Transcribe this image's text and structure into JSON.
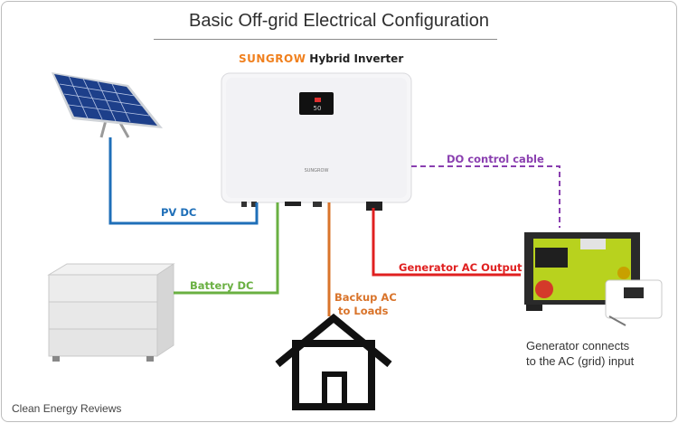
{
  "title": "Basic Off-grid Electrical Configuration",
  "inverter": {
    "brand": "SUNGROW",
    "model": "Hybrid Inverter",
    "display_text": "50",
    "front_logo": "SUNGROW"
  },
  "connections": {
    "pv": {
      "label": "PV DC",
      "color": "#1f6fb8"
    },
    "battery": {
      "label": "Battery DC",
      "color": "#6ab042"
    },
    "backup": {
      "label_line1": "Backup AC",
      "label_line2": "to Loads",
      "color": "#d9742b"
    },
    "generator": {
      "label": "Generator AC Output",
      "color": "#e02020"
    },
    "do_cable": {
      "label": "DO control cable",
      "color": "#8a3fb0"
    }
  },
  "generator_caption": {
    "line1": "Generator connects",
    "line2": "to the AC (grid) input"
  },
  "credit": "Clean Energy Reviews",
  "icons": [
    "solar-panel-icon",
    "battery-stack-icon",
    "inverter-icon",
    "house-icon",
    "generator-icon"
  ]
}
